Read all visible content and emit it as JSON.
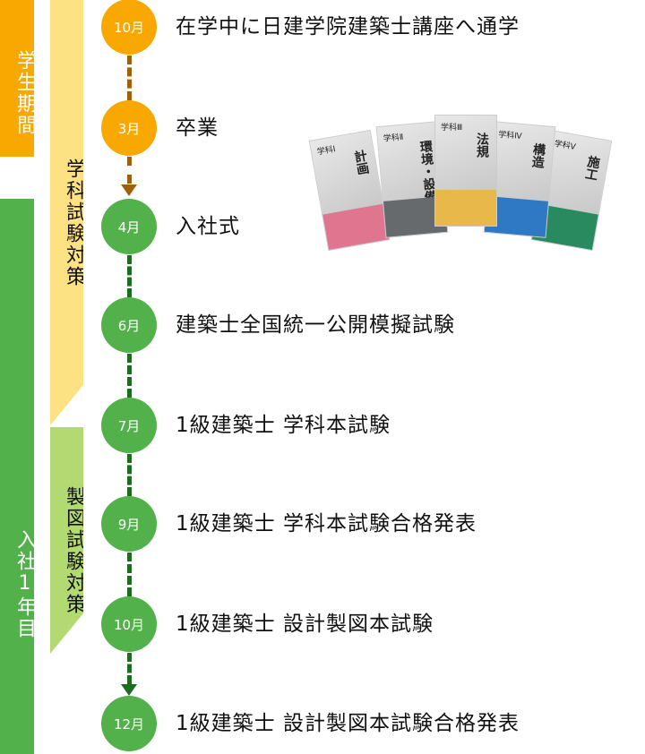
{
  "phases": {
    "student": "学生期間",
    "year1": "入社1年目",
    "gakka": "学科試験対策",
    "seizu": "製図試験対策"
  },
  "timeline": [
    {
      "month": "10月",
      "event": "在学中に日建学院建築士講座へ通学",
      "color": "orange"
    },
    {
      "month": "3月",
      "event": "卒業",
      "color": "orange"
    },
    {
      "month": "4月",
      "event": "入社式",
      "color": "green"
    },
    {
      "month": "6月",
      "event": "建築士全国統一公開模擬試験",
      "color": "green"
    },
    {
      "month": "7月",
      "event": "1級建築士 学科本試験",
      "color": "green"
    },
    {
      "month": "9月",
      "event": "1級建築士 学科本試験合格発表",
      "color": "green"
    },
    {
      "month": "10月",
      "event": "1級建築士 設計製図本試験",
      "color": "green"
    },
    {
      "month": "12月",
      "event": "1級建築士 設計製図本試験合格発表",
      "color": "green"
    }
  ],
  "books": [
    {
      "subject": "学科Ⅰ",
      "title": "計画",
      "color": "#e0758f"
    },
    {
      "subject": "学科Ⅱ",
      "title": "環境・設備",
      "color": "#666a6c"
    },
    {
      "subject": "学科Ⅲ",
      "title": "法規",
      "color": "#e8b84a"
    },
    {
      "subject": "学科Ⅳ",
      "title": "構造",
      "color": "#2f78c4"
    },
    {
      "subject": "学科Ⅴ",
      "title": "施工",
      "color": "#2a8a5f"
    }
  ],
  "colors": {
    "orange": "#f8a800",
    "green": "#52b14a",
    "brown": "#a0600a",
    "darkgreen": "#1f6b23"
  }
}
